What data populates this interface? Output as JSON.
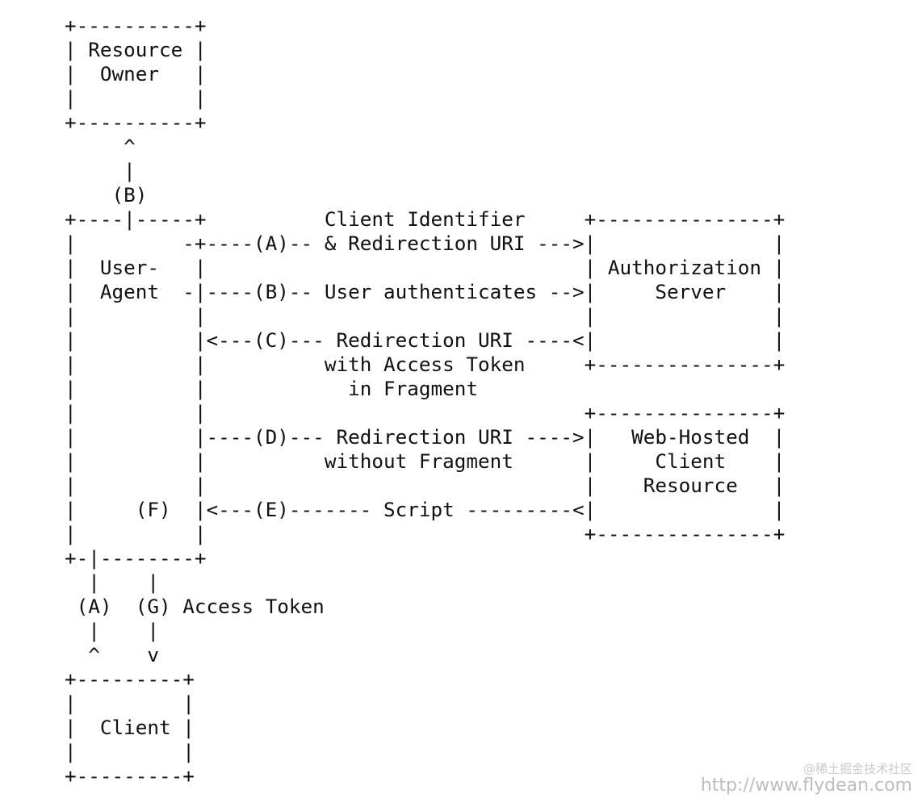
{
  "diagram": {
    "lines": [
      "+----------+",
      "| Resource |",
      "|  Owner   |",
      "|          |",
      "+----------+",
      "     ^",
      "     |",
      "    (B)",
      "+----|-----+          Client Identifier     +---------------+",
      "|         -+----(A)-- & Redirection URI --->|               |",
      "|  User-   |                                | Authorization |",
      "|  Agent  -|----(B)-- User authenticates -->|     Server    |",
      "|          |                                |               |",
      "|          |<---(C)--- Redirection URI ----<|               |",
      "|          |          with Access Token     +---------------+",
      "|          |            in Fragment",
      "|          |                                +---------------+",
      "|          |----(D)--- Redirection URI ---->|   Web-Hosted  |",
      "|          |          without Fragment      |     Client    |",
      "|          |                                |    Resource   |",
      "|     (F)  |<---(E)------- Script ---------<|               |",
      "|          |                                +---------------+",
      "+-|--------+",
      "  |    |",
      " (A)  (G) Access Token",
      "  |    |",
      "  ^    v",
      "+---------+",
      "|         |",
      "|  Client |",
      "|         |",
      "+---------+"
    ]
  },
  "watermark": {
    "site_cn": "@稀土掘金技术社区",
    "url": "http://www.flydean.com"
  }
}
